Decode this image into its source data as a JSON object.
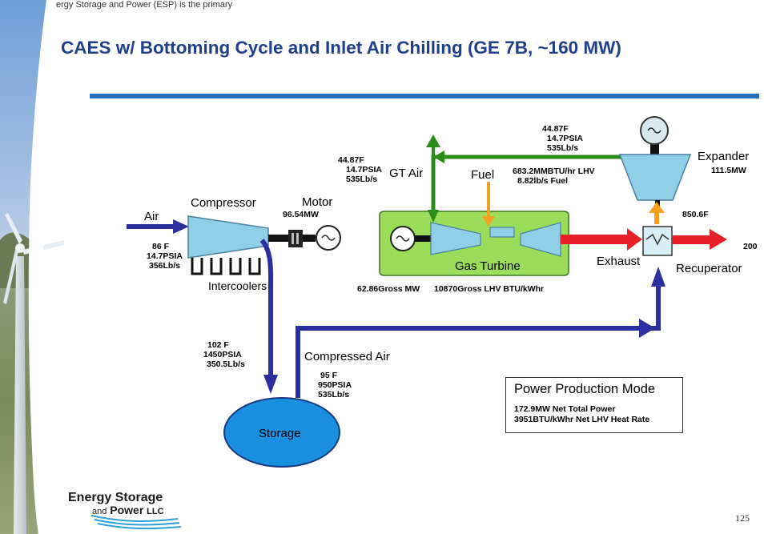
{
  "header": {
    "top_snippet": "ergy Storage and Power (ESP) is the primary",
    "title": "CAES w/ Bottoming Cycle and Inlet Air Chilling (GE 7B, ~160 MW)"
  },
  "components": {
    "air": "Air",
    "compressor": "Compressor",
    "motor": "Motor",
    "motor_power": "96.54MW",
    "intercoolers": "Intercoolers",
    "gt_air": "GT Air",
    "fuel": "Fuel",
    "gas_turbine": "Gas Turbine",
    "expander": "Expander",
    "expander_power": "111.5MW",
    "exhaust": "Exhaust",
    "recuperator": "Recuperator",
    "compressed_air": "Compressed Air",
    "storage": "Storage",
    "exhaust_out": "200"
  },
  "values": {
    "inlet_temp": "86 F",
    "inlet_psia": "14.7PSIA",
    "inlet_flow": "356Lb/s",
    "gt_air_temp": "44.87F",
    "gt_air_psia": "14.7PSIA",
    "gt_air_flow": "535Lb/s",
    "exp_out_temp": "44.87F",
    "exp_out_psia": "14.7PSIA",
    "exp_out_flow": "535Lb/s",
    "fuel_heat": "683.2MMBTU/hr LHV",
    "fuel_flow": "8.82lb/s Fuel",
    "exp_in_temp": "850.6F",
    "gross_mw": "62.86Gross MW",
    "gross_heat_rate": "10870Gross LHV BTU/kWhr",
    "storage_in_temp": "102 F",
    "storage_in_psia": "1450PSIA",
    "storage_in_flow": "350.5Lb/s",
    "storage_out_temp": "95 F",
    "storage_out_psia": "950PSIA",
    "storage_out_flow": "535Lb/s"
  },
  "mode_box": {
    "heading": "Power Production Mode",
    "line1": "172.9MW Net Total Power",
    "line2": "3951BTU/kWhr  Net LHV Heat Rate"
  },
  "logo": {
    "line1": "Energy Storage",
    "and": "and",
    "power": "Power",
    "llc": "LLC"
  },
  "page_number": "125",
  "colors": {
    "title": "#1f3f8a",
    "rule": "#1f6fc4",
    "flow_blue": "#2b2fa0",
    "flow_green": "#2c8c1a",
    "exhaust_red": "#e8202a",
    "fuel_orange": "#f5a01e",
    "turbine_fill": "#9bdc5a",
    "component_fill": "#8fd0e6",
    "storage_fill": "#1a8fe0"
  }
}
